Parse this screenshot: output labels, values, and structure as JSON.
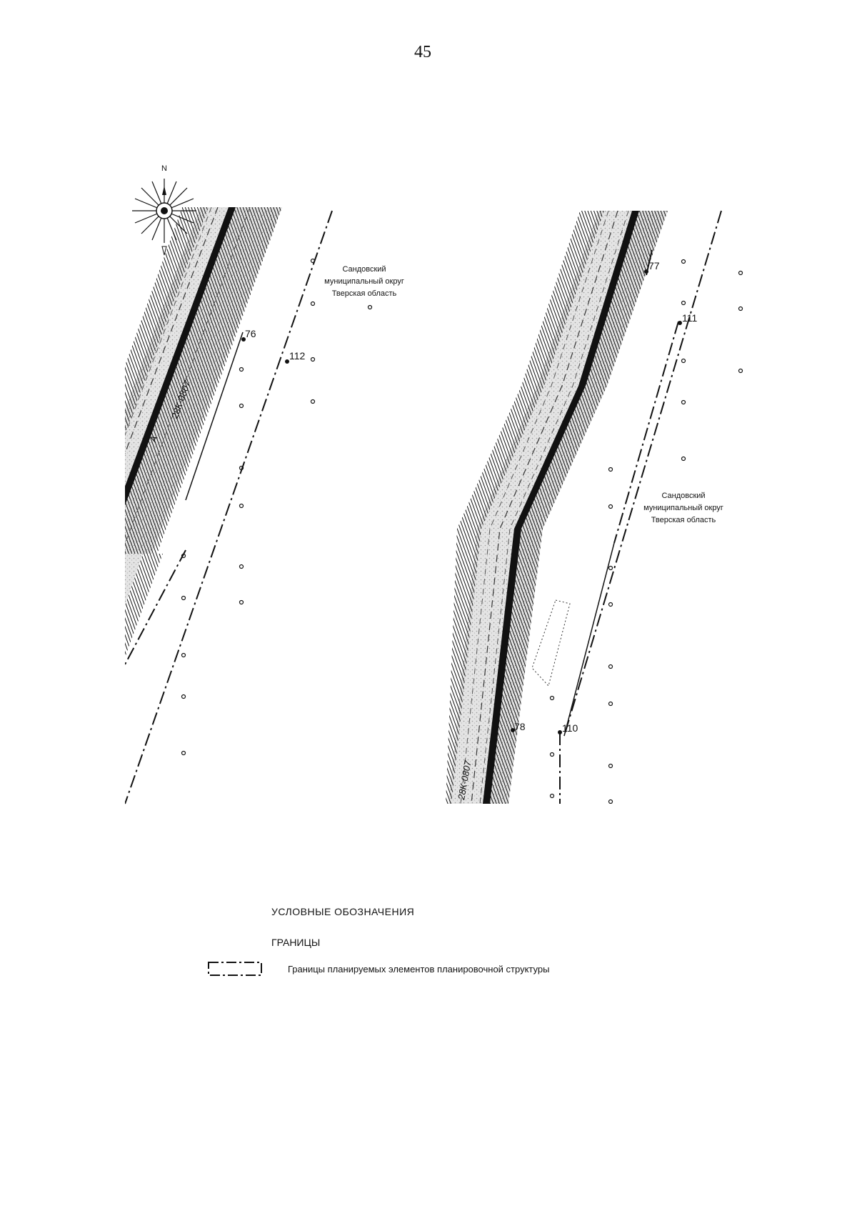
{
  "page_number": "45",
  "map": {
    "north_label": "N",
    "left_panel": {
      "region_label": [
        "Сандовский",
        "муниципальный округ",
        "Тверская область"
      ],
      "road_label": "28К-0807",
      "road_label_prefix": "А",
      "points": [
        "76",
        "112"
      ]
    },
    "right_panel": {
      "region_label": [
        "Сандовский",
        "муниципальный округ",
        "Тверская область"
      ],
      "road_label": "28К-0807",
      "points": [
        "77",
        "111",
        "78",
        "110"
      ]
    }
  },
  "legend": {
    "title": "УСЛОВНЫЕ ОБОЗНАЧЕНИЯ",
    "section": "ГРАНИЦЫ",
    "items": [
      {
        "symbol": "dash-dot-boundary",
        "label": "Границы планируемых элементов планировочной структуры"
      }
    ]
  }
}
